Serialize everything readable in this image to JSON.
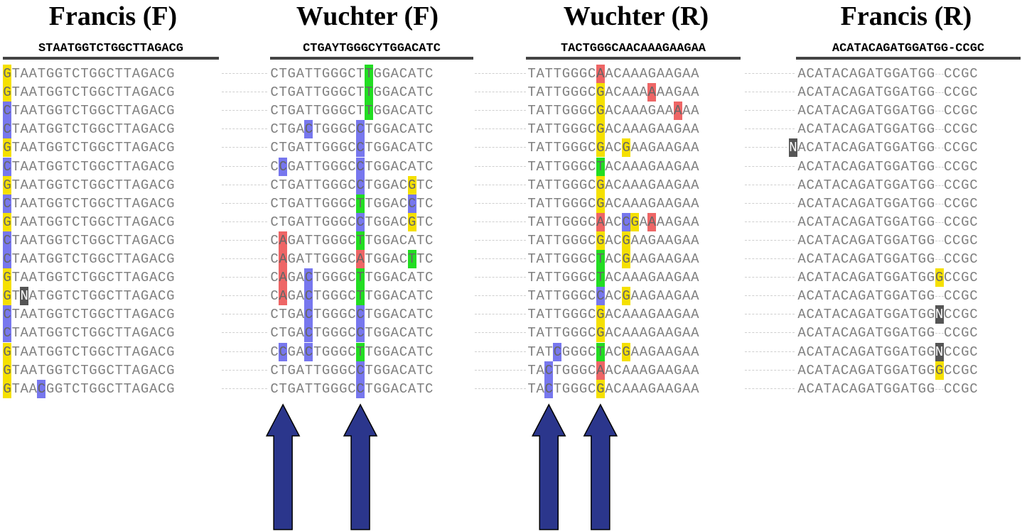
{
  "panels": [
    {
      "title": "Francis (F)",
      "primer": "STAATGGTCTGGCTTAGACG"
    },
    {
      "title": "Wuchter (F)",
      "primer": "CTGAYTGGGCYTGGACATC"
    },
    {
      "title": "Wuchter (R)",
      "primer": "TACTGGGCAACAAAGAAGAA"
    },
    {
      "title": "Francis (R)",
      "primer": "ACATACAGATGGATGG-CCGC"
    }
  ],
  "colors": {
    "G": "#f5e000",
    "C": "#7777ee",
    "T": "#22dd22",
    "A": "#ee6666",
    "N": "#555555",
    "arrow_fill": "#2b368c",
    "text": "#808080"
  },
  "rows": [
    [
      "GTAATGGTCTGGCTTAGACG",
      "CTGATTGGGCTTGGACATC",
      "TATTGGGCAACAAAGAAGAA",
      "ACATACAGATGGATGG-CCGC"
    ],
    [
      "GTAATGGTCTGGCTTAGACG",
      "CTGATTGGGCTTGGACATC",
      "TATTGGGCGACAAAAAAGAA",
      "ACATACAGATGGATGG-CCGC"
    ],
    [
      "CTAATGGTCTGGCTTAGACG",
      "CTGATTGGGCTTGGACATC",
      "TATTGGGCGACAAAGAAAAA",
      "ACATACAGATGGATGG-CCGC"
    ],
    [
      "CTAATGGTCTGGCTTAGACG",
      "CTGACTGGGCCTGGACATC",
      "TATTGGGCGACAAAGAAGAA",
      "ACATACAGATGGATGG-CCGC"
    ],
    [
      "GTAATGGTCTGGCTTAGACG",
      "CTGATTGGGCCTGGACATC",
      "TATTGGGCGACGAAGAAGAA",
      "NACATACAGATGGATGG-CCGC"
    ],
    [
      "CTAATGGTCTGGCTTAGACG",
      "CCGATTGGGCCTGGACATC",
      "TATTGGGCTACAAAGAAGAA",
      "ACATACAGATGGATGG-CCGC"
    ],
    [
      "GTAATGGTCTGGCTTAGACG",
      "CTGATTGGGCCTGGACGTC",
      "TATTGGGCGACAAAGAAGAA",
      "ACATACAGATGGATGG-CCGC"
    ],
    [
      "CTAATGGTCTGGCTTAGACG",
      "CTGATTGGGCTTGGACCTC",
      "TATTGGGCGACAAAGAAGAA",
      "ACATACAGATGGATGG-CCGC"
    ],
    [
      "GTAATGGTCTGGCTTAGACG",
      "CTGATTGGGCCTGGACGTC",
      "TATTGGGCAACCGAAAAGAA",
      "ACATACAGATGGATGG-CCGC"
    ],
    [
      "CTAATGGTCTGGCTTAGACG",
      "CAGATTGGGCTTGGACATC",
      "TATTGGGCGACGAAGAAGAA",
      "ACATACAGATGGATGG-CCGC"
    ],
    [
      "CTAATGGTCTGGCTTAGACG",
      "CAGATTGGGCATGGACTTC",
      "TATTGGGCTACGAAGAAGAA",
      "ACATACAGATGGATGG-CCGC"
    ],
    [
      "GTAATGGTCTGGCTTAGACG",
      "CAGACTGGGCTTGGACATC",
      "TATTGGGCTACAAAGAAGAA",
      "ACATACAGATGGATGGGCCGC"
    ],
    [
      "GTNATGGTCTGGCTTAGACG",
      "CAGACTGGGCTTGGACATC",
      "TATTGGGCCACGAAGAAGAA",
      "ACATACAGATGGATGG-CCGC"
    ],
    [
      "CTAATGGTCTGGCTTAGACG",
      "CTGACTGGGCCTGGACATC",
      "TATTGGGCGACAAAGAAGAA",
      "ACATACAGATGGATGGNCCGC"
    ],
    [
      "CTAATGGTCTGGCTTAGACG",
      "CTGACTGGGCCTGGACATC",
      "TATTGGGCGACAAAGAAGAA",
      "ACATACAGATGGATGG-CCGC"
    ],
    [
      "GTAATGGTCTGGCTTAGACG",
      "CCGACTGGGCTTGGACATC",
      "TATCGGGCTACGAAGAAGAA",
      "ACATACAGATGGATGGNCCGC"
    ],
    [
      "GTAATGGTCTGGCTTAGACG",
      "CTGATTGGGCCTGGACATC",
      "TACTGGGCAACAAAGAAGAA",
      "ACATACAGATGGATGGGCCGC"
    ],
    [
      "GTAACGGTCTGGCTTAGACG",
      "CTGATTGGGCCTGGACATC",
      "TACTGGGCGACAAAGAAGAA",
      "ACATACAGATGGATGG-CCGC"
    ]
  ],
  "highlights": [
    [
      [
        0
      ],
      [
        11
      ],
      [
        8
      ],
      []
    ],
    [
      [
        0
      ],
      [
        11
      ],
      [
        8,
        14
      ],
      []
    ],
    [
      [
        0
      ],
      [
        11
      ],
      [
        8,
        17
      ],
      []
    ],
    [
      [
        0
      ],
      [
        4,
        10
      ],
      [
        8
      ],
      []
    ],
    [
      [
        0
      ],
      [
        10
      ],
      [
        8,
        11
      ],
      [
        0
      ]
    ],
    [
      [
        0
      ],
      [
        1,
        10
      ],
      [
        8
      ],
      []
    ],
    [
      [
        0
      ],
      [
        10,
        16
      ],
      [
        8
      ],
      []
    ],
    [
      [
        0
      ],
      [
        10,
        16
      ],
      [
        8
      ],
      []
    ],
    [
      [
        0
      ],
      [
        10,
        16
      ],
      [
        8,
        11,
        12,
        14
      ],
      []
    ],
    [
      [
        0
      ],
      [
        1,
        10
      ],
      [
        8,
        11
      ],
      []
    ],
    [
      [
        0
      ],
      [
        1,
        10,
        16
      ],
      [
        8,
        11
      ],
      []
    ],
    [
      [
        0
      ],
      [
        1,
        4,
        10
      ],
      [
        8
      ],
      [
        16
      ]
    ],
    [
      [
        0,
        2
      ],
      [
        1,
        4,
        10
      ],
      [
        8,
        11
      ],
      []
    ],
    [
      [
        0
      ],
      [
        4,
        10
      ],
      [
        8
      ],
      [
        16
      ]
    ],
    [
      [
        0
      ],
      [
        4,
        10
      ],
      [
        8
      ],
      []
    ],
    [
      [
        0
      ],
      [
        1,
        4,
        10
      ],
      [
        3,
        8,
        11
      ],
      [
        16
      ]
    ],
    [
      [
        0
      ],
      [
        10
      ],
      [
        2,
        8
      ],
      [
        16
      ]
    ],
    [
      [
        0,
        4
      ],
      [
        10
      ],
      [
        2,
        8
      ],
      []
    ]
  ],
  "arrows": [
    {
      "panel": 1,
      "position": 1
    },
    {
      "panel": 1,
      "position": 10
    },
    {
      "panel": 2,
      "position": 2
    },
    {
      "panel": 2,
      "position": 8
    }
  ]
}
